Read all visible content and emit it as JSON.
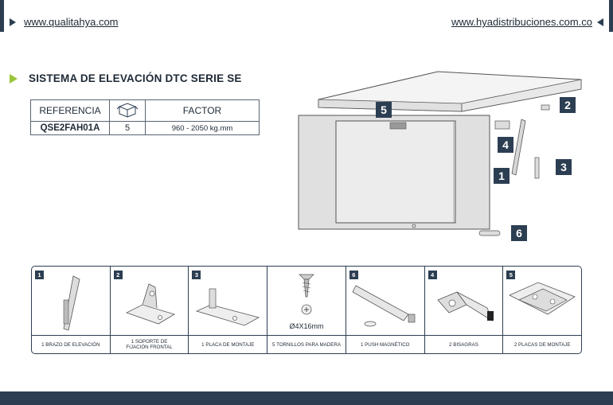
{
  "header": {
    "left_url": "www.qualitahya.com",
    "right_url": "www.hyadistribuciones.com.co"
  },
  "section": {
    "title": "SISTEMA DE ELEVACIÓN DTC SERIE SE"
  },
  "ref_table": {
    "col_reference": "REFERENCIA",
    "col_factor": "FACTOR",
    "box_icon": "box-icon",
    "reference": "QSE2FAH01A",
    "quantity": "5",
    "factor": "960 - 2050 kg.mm"
  },
  "diagram": {
    "badges": [
      "5",
      "2",
      "4",
      "3",
      "1",
      "6"
    ]
  },
  "parts": [
    {
      "num": "1",
      "caption": "1 BRAZO DE ELEVACIÓN",
      "icon": "lift-arm-icon"
    },
    {
      "num": "2",
      "caption": "1 SOPORTE DE\nFIJACIÓN FRONTAL",
      "icon": "front-bracket-icon"
    },
    {
      "num": "3",
      "caption": "1 PLACA DE MONTAJE",
      "icon": "mounting-plate-icon"
    },
    {
      "num": "",
      "caption": "5 TORNILLOS PARA MADERA",
      "icon": "screw-icon",
      "label": "Ø4X16mm"
    },
    {
      "num": "6",
      "caption": "1 PUSH MAGNÉTICO",
      "icon": "magnetic-push-icon"
    },
    {
      "num": "4",
      "caption": "2 BISAGRAS",
      "icon": "hinge-icon"
    },
    {
      "num": "5",
      "caption": "2 PLACAS DE MONTAJE",
      "icon": "mounting-plates-icon"
    }
  ]
}
